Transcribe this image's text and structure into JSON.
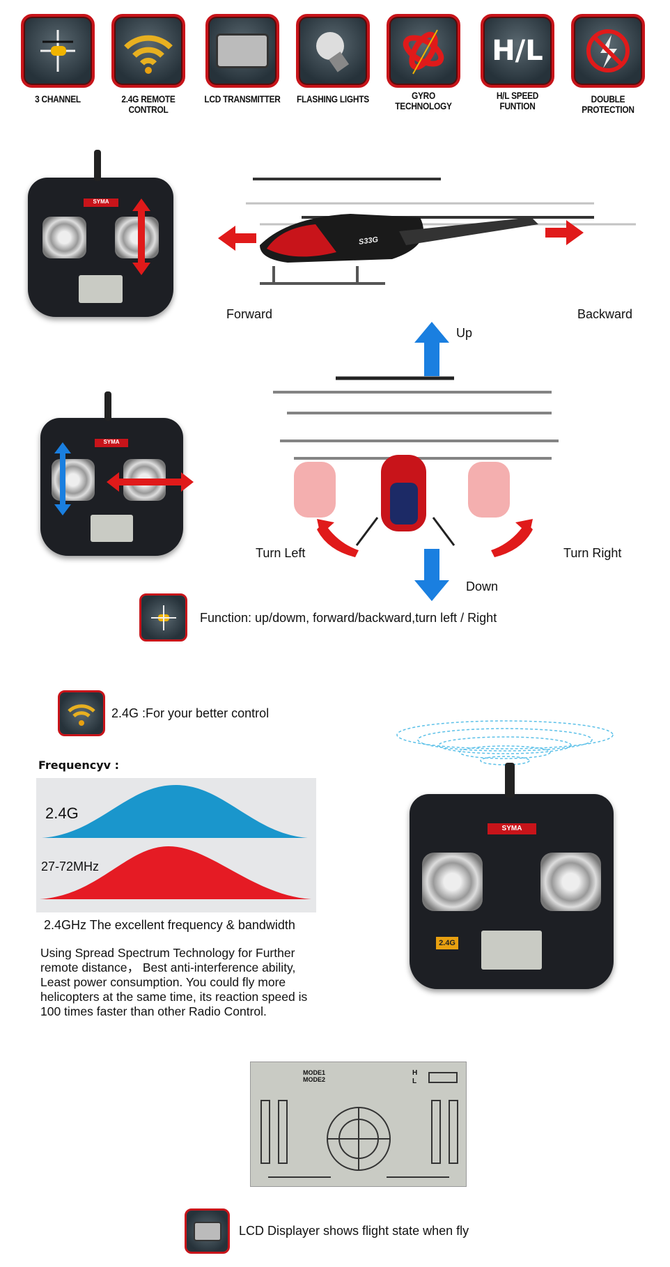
{
  "features": [
    {
      "label": "3 CHANNEL",
      "icon": "helicopter-arrows-icon"
    },
    {
      "label": "2.4G REMOTE CONTROL",
      "icon": "wifi-signal-icon"
    },
    {
      "label": "LCD TRANSMITTER",
      "icon": "lcd-screen-icon"
    },
    {
      "label": "FLASHING LIGHTS",
      "icon": "light-bulb-icon"
    },
    {
      "label": "GYRO TECHNOLOGY",
      "icon": "gyro-icon"
    },
    {
      "label": "H/L SPEED FUNTION",
      "icon": "hl-speed-icon",
      "glyph": "H/L"
    },
    {
      "label": "DOUBLE PROTECTION",
      "icon": "no-lightning-icon"
    }
  ],
  "remote_brand": "SYMA",
  "remote_band": "2.4G",
  "heli_model": "S33G",
  "directions": {
    "forward": "Forward",
    "backward": "Backward",
    "up": "Up",
    "down": "Down",
    "turn_left": "Turn Left",
    "turn_right": "Turn Right"
  },
  "function_text": "Function: up/dowm, forward/backward,turn left / Right",
  "control_text": "2.4G :For your better control",
  "frequency": {
    "title": "Frequencyv :",
    "band1": "2.4G",
    "band2": "27-72MHz",
    "caption": "2.4GHz  The excellent frequency & bandwidth",
    "paragraph": "Using Spread Spectrum Technology for Further remote distance， Best anti-interference ability, Least power consumption. You could fly more helicopters at the same time, its reaction speed is 100 times faster than other Radio Control."
  },
  "lcd": {
    "mode1": "MODE1",
    "mode2": "MODE2",
    "h": "H",
    "l": "L"
  },
  "lcd_caption": "LCD Displayer shows flight state when fly"
}
